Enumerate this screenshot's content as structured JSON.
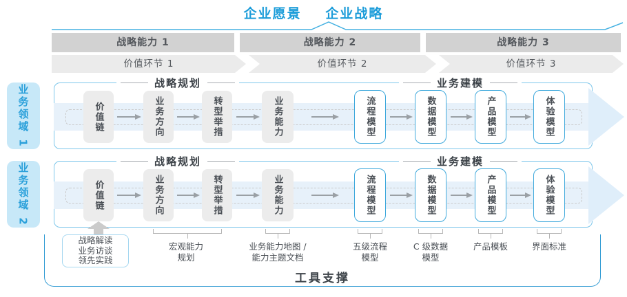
{
  "header": {
    "vision": "企业愿景",
    "strategy": "企业战略"
  },
  "strategic_capabilities": [
    {
      "label": "战略能力 1"
    },
    {
      "label": "战略能力 2"
    },
    {
      "label": "战略能力 3"
    }
  ],
  "value_links": [
    {
      "label": "价值环节 1"
    },
    {
      "label": "价值环节 2"
    },
    {
      "label": "价值环节 3"
    }
  ],
  "business_domains": [
    {
      "label": "业务领域 1"
    },
    {
      "label": "业务领域 2"
    }
  ],
  "sections": {
    "planning": "战略规划",
    "modeling": "业务建模"
  },
  "flow_boxes": {
    "gray": [
      {
        "label": "价值链"
      },
      {
        "label": "业务方向"
      },
      {
        "label": "转型举措"
      },
      {
        "label": "业务能力"
      }
    ],
    "blue": [
      {
        "label": "流程模型"
      },
      {
        "label": "数据模型"
      },
      {
        "label": "产品模型"
      },
      {
        "label": "体验模型"
      }
    ]
  },
  "annotations": {
    "input_box": {
      "lines": [
        "战略解读",
        "业务访谈",
        "领先实践"
      ]
    },
    "labels": [
      {
        "lines": [
          "宏观能力",
          "规划"
        ]
      },
      {
        "lines": [
          "业务能力地图 /",
          "能力主题文档"
        ]
      },
      {
        "lines": [
          "五级流程",
          "模型"
        ]
      },
      {
        "lines": [
          "C 级数据",
          "模型"
        ]
      },
      {
        "lines": [
          "产品模板"
        ]
      },
      {
        "lines": [
          "界面标准"
        ]
      }
    ]
  },
  "footer": {
    "label": "工具支撑"
  },
  "colors": {
    "accent_blue": "#1b9cd9",
    "panel_border": "#7cc6ea",
    "box_border_blue": "#3fa9dc",
    "container_border": "#2f9ad3",
    "band_fill": "#e7f1fa",
    "bar_gray": "#d2d2d2",
    "chevron_gray": "#ebebeb",
    "text_dark": "#3f454b",
    "arrow_gray": "#9aa0a5"
  }
}
